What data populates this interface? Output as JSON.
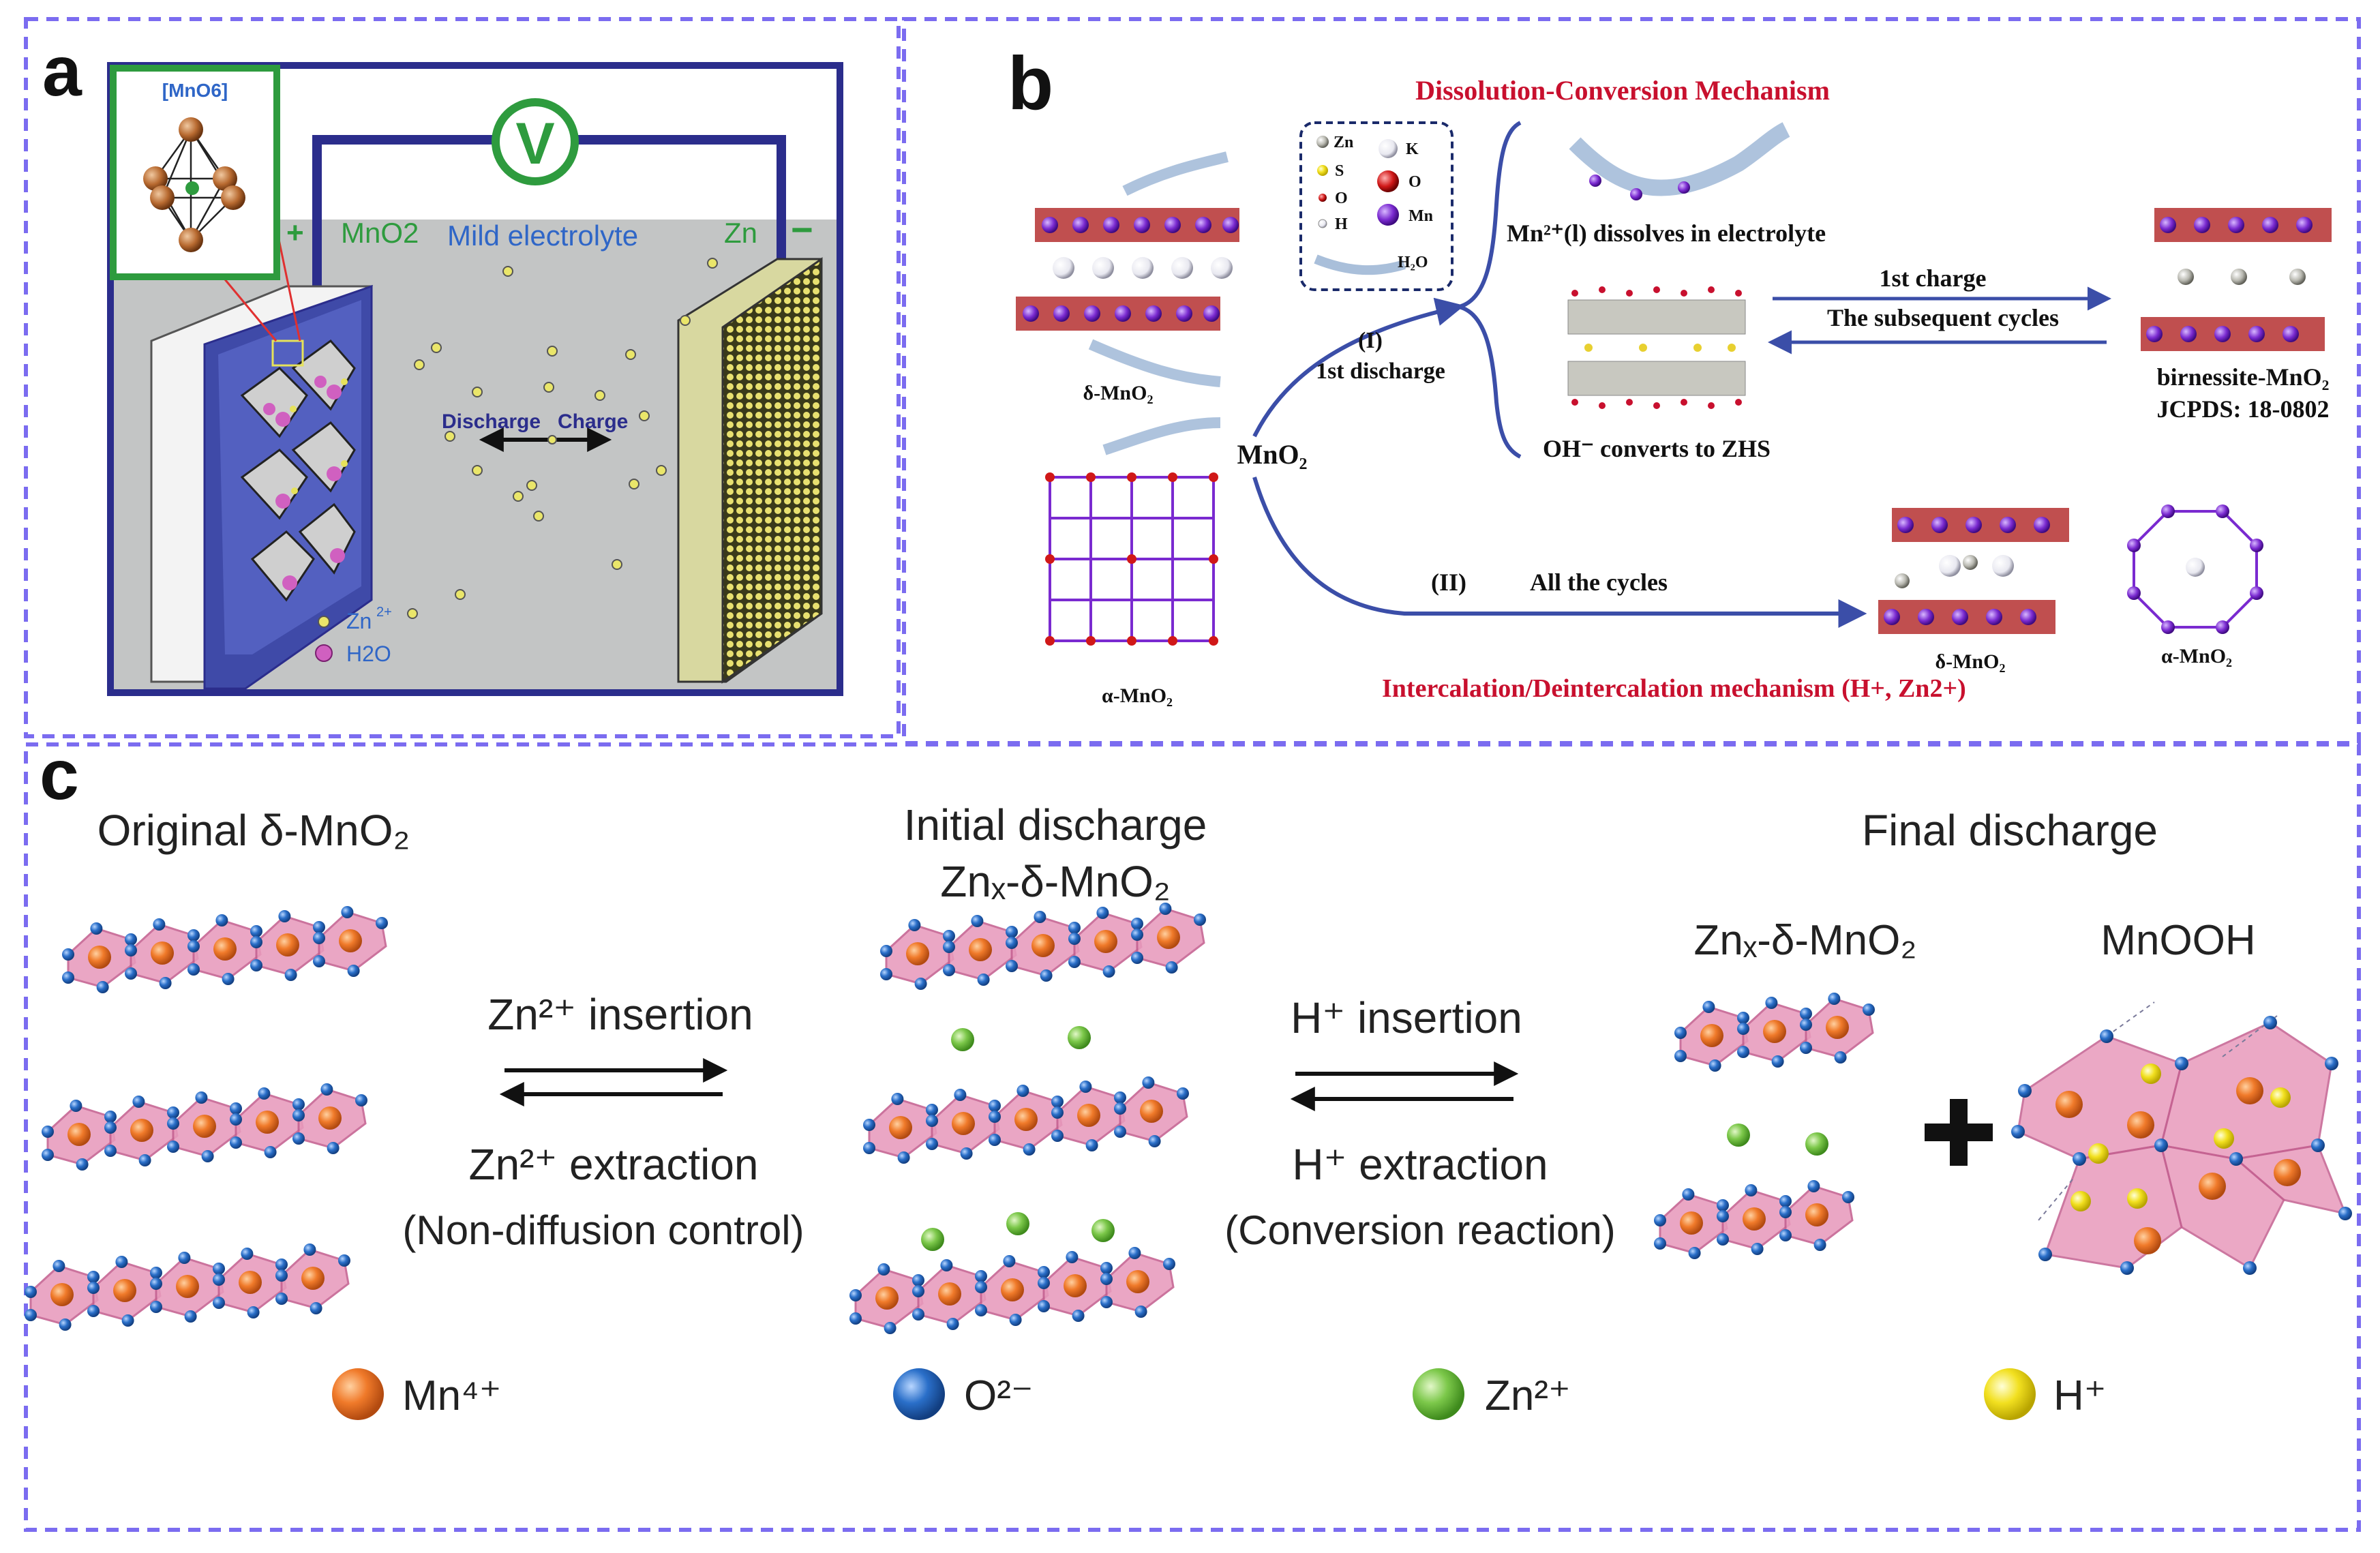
{
  "panel_a": {
    "letter": "a",
    "inset_label": "[MnO6]",
    "voltmeter": "V",
    "plus": "+",
    "minus": "−",
    "cathode": "MnO2",
    "electrolyte": "Mild electrolyte",
    "anode": "Zn",
    "discharge": "Discharge",
    "charge": "Charge",
    "legend_zn": "Zn",
    "legend_zn_sup": "2+",
    "legend_h2o": "H2O",
    "colors": {
      "frame": "#2b2d8c",
      "green": "#2e9b3e",
      "electrolyte": "#c3c5c5",
      "blue_text": "#2f66c7"
    }
  },
  "panel_b": {
    "letter": "b",
    "title_top": "Dissolution-Conversion Mechanism",
    "title_bottom_main": "Intercalation/Deintercalation mechanism (H",
    "title_bottom_tail": "+, Zn",
    "title_bottom_end": "2+)",
    "legend": [
      "Zn",
      "K",
      "S",
      "O",
      "O",
      "Mn",
      "H",
      "H₂O"
    ],
    "delta_left": "δ-MnO₂",
    "alpha_left": "α-MnO₂",
    "mno2": "MnO₂",
    "path1_num": "(I)",
    "path1_label": "1st discharge",
    "dissolve": "Mn²⁺(l) dissolves in electrolyte",
    "first_charge": "1st charge",
    "subsequent": "The subsequent cycles",
    "birnessite": "birnessite-MnO₂",
    "jcpds": "JCPDS: 18-0802",
    "oh_zhs": "OH⁻ converts to ZHS",
    "path2_num": "(II)",
    "path2_label": "All the cycles",
    "delta_right": "δ-MnO₂",
    "alpha_right": "α-MnO₂",
    "colors": {
      "red_title": "#c8102e",
      "arrow": "#3b4ea8"
    }
  },
  "panel_c": {
    "letter": "c",
    "col1_title": "Original δ-MnO₂",
    "col2_title": "Initial discharge",
    "col2_sub": "Znₓ-δ-MnO₂",
    "col3_title": "Final discharge",
    "col3_sub1": "Znₓ-δ-MnO₂",
    "col3_sub2": "MnOOH",
    "zn_insertion": "Zn²⁺ insertion",
    "zn_extraction": "Zn²⁺ extraction",
    "non_diffusion": "(Non-diffusion control)",
    "h_insertion": "H⁺ insertion",
    "h_extraction": "H⁺ extraction",
    "conversion": "(Conversion reaction)",
    "plus": "+",
    "legend": [
      {
        "label": "Mn⁴⁺",
        "color": "#f07a2a"
      },
      {
        "label": "O²⁻",
        "color": "#2a6fc9"
      },
      {
        "label": "Zn²⁺",
        "color": "#7cc84a"
      },
      {
        "label": "H⁺",
        "color": "#f2e020"
      }
    ]
  }
}
